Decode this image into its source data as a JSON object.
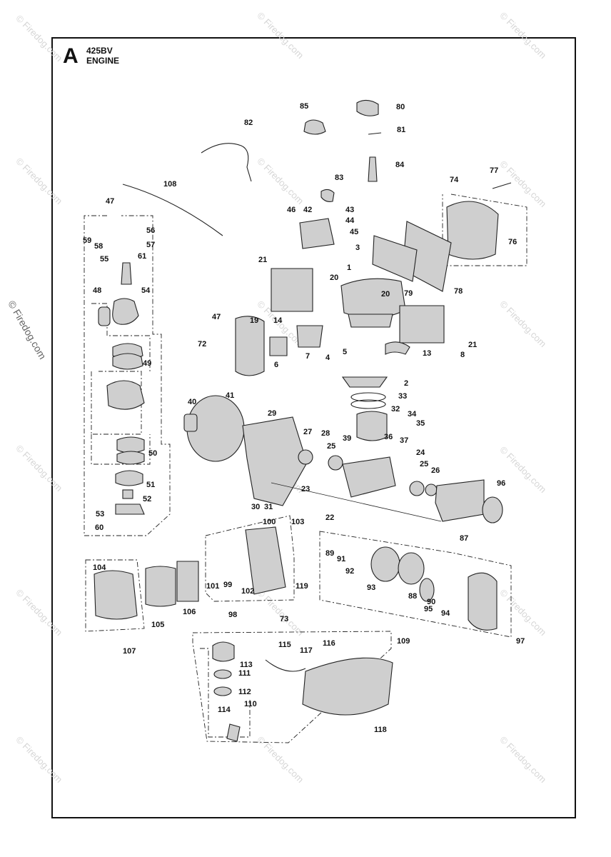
{
  "header": {
    "section": "A",
    "model": "425BV",
    "title": "ENGINE"
  },
  "watermark": "© Firedog.com",
  "side_watermark": "© Firedog.com",
  "parts": [
    "1",
    "2",
    "3",
    "4",
    "5",
    "6",
    "7",
    "8",
    "13",
    "14",
    "19",
    "20",
    "20",
    "21",
    "21",
    "22",
    "23",
    "24",
    "25",
    "25",
    "26",
    "27",
    "28",
    "29",
    "30",
    "31",
    "32",
    "33",
    "34",
    "35",
    "36",
    "37",
    "39",
    "40",
    "41",
    "42",
    "43",
    "44",
    "45",
    "46",
    "47",
    "47",
    "48",
    "49",
    "50",
    "51",
    "52",
    "53",
    "54",
    "55",
    "56",
    "57",
    "58",
    "59",
    "60",
    "61",
    "72",
    "73",
    "74",
    "76",
    "77",
    "78",
    "79",
    "80",
    "81",
    "82",
    "83",
    "84",
    "85",
    "87",
    "88",
    "89",
    "90",
    "91",
    "92",
    "93",
    "94",
    "95",
    "96",
    "97",
    "98",
    "99",
    "100",
    "101",
    "102",
    "103",
    "104",
    "105",
    "106",
    "107",
    "108",
    "109",
    "110",
    "111",
    "112",
    "113",
    "114",
    "115",
    "116",
    "117",
    "118",
    "119"
  ]
}
